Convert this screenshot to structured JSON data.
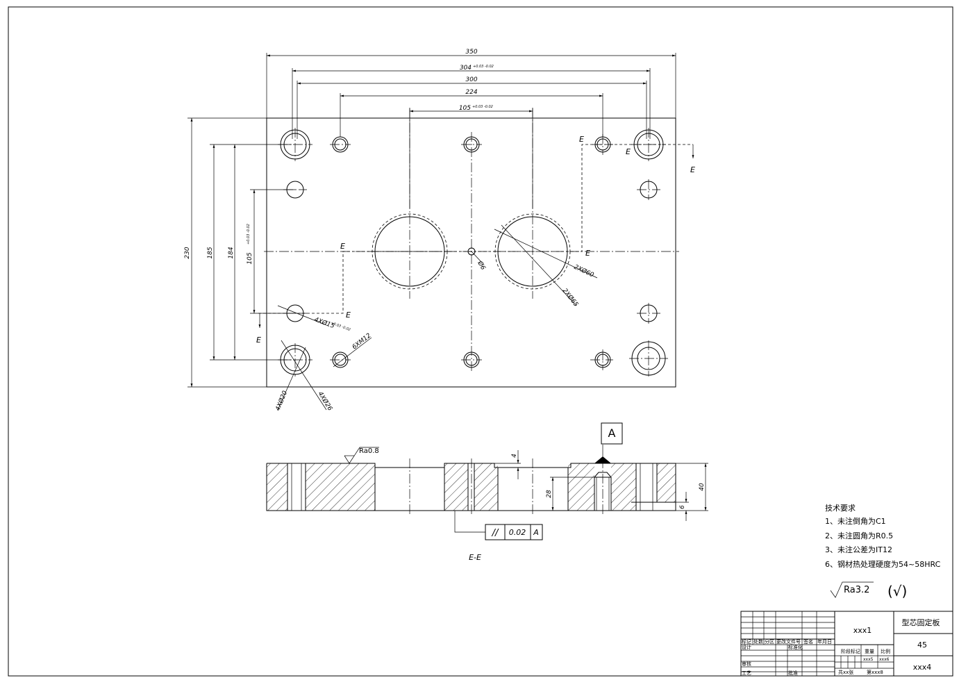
{
  "dims": {
    "d350": "350",
    "d304": "304",
    "d304_tol": "+0.03 -0.02",
    "d300": "300",
    "d224": "224",
    "d105": "105",
    "d105_tol": "+0.03 -0.02",
    "d230": "230",
    "d185": "185",
    "d184": "184",
    "dv105": "105",
    "dv105_tol": "+0.03 -0.02",
    "phi6": "Ø6",
    "c60": "2XØ60",
    "c65": "2XØ65",
    "c15": "4XØ15",
    "c15_tol": "+0.03 -0.02",
    "m12": "6XM12",
    "c20": "4XØ20",
    "c26": "4XØ26",
    "d4": "4",
    "d28": "28",
    "d40": "40",
    "d6": "6"
  },
  "section": {
    "cut_label": "E",
    "title": "E-E",
    "datum": "A",
    "roughness": "Ra0.8",
    "tolerance_symbol": "//",
    "tolerance_value": "0.02",
    "tolerance_datum": "A"
  },
  "notes": {
    "heading": "技术要求",
    "items": [
      "1、未注倒角为C1",
      "2、未注圆角为R0.5",
      "3、未注公差为IT12",
      "6、钢材热处理硬度为54~58HRC"
    ],
    "surface": "Ra3.2",
    "surface_note": "(√)"
  },
  "title_block": {
    "drawing_no": "xxx1",
    "part_name": "型芯固定板",
    "material": "45",
    "company": "xxx4",
    "weight": "xxx5",
    "scale": "xxx6",
    "sheet_count": "共xx张",
    "sheet_no": "第xxx8",
    "hdr_mark": "标记",
    "hdr_count": "处数",
    "hdr_zone": "分区",
    "hdr_change": "更改文件号",
    "hdr_sign": "签名",
    "hdr_date": "年月日",
    "design": "设计",
    "standard": "标准化",
    "stage_mark": "阶段标记",
    "weight_lbl": "重量",
    "scale_lbl": "比例",
    "check": "审核",
    "process": "工艺",
    "approve": "批准"
  }
}
